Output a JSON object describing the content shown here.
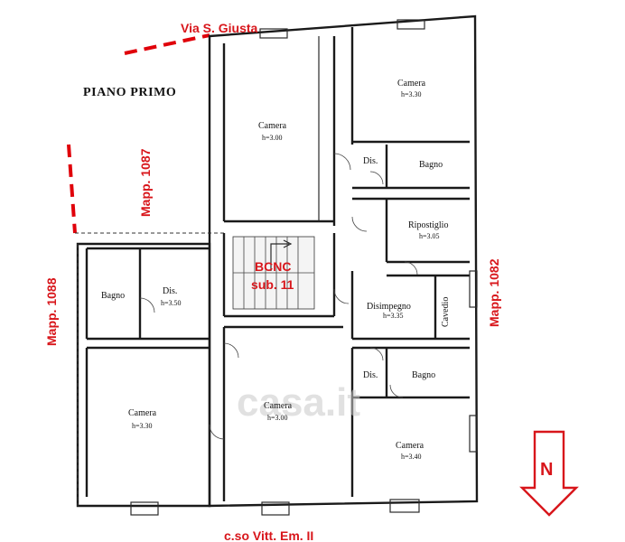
{
  "title": "PIANO PRIMO",
  "streets": {
    "north": "Via S. Giusta",
    "south": "c.so Vitt. Em. II"
  },
  "parcels": {
    "left_upper": "Mapp. 1087",
    "left_lower": "Mapp. 1088",
    "right": "Mapp. 1082"
  },
  "common_area": {
    "line1": "BCNC",
    "line2": "sub. 11"
  },
  "rooms": {
    "camera_top_center": {
      "name": "Camera",
      "height": "h=3.00"
    },
    "camera_top_right": {
      "name": "Camera",
      "height": "h=3.30"
    },
    "dis_top": {
      "name": "Dis."
    },
    "bagno_top": {
      "name": "Bagno"
    },
    "ripostiglio": {
      "name": "Ripostiglio",
      "height": "h=3.05"
    },
    "disimpegno": {
      "name": "Disimpegno",
      "height": "h=3.35"
    },
    "cavedio": {
      "name": "Cavedio"
    },
    "bagno_left": {
      "name": "Bagno"
    },
    "dis_left": {
      "name": "Dis.",
      "height": "h=3.50"
    },
    "camera_left": {
      "name": "Camera",
      "height": "h=3.30"
    },
    "camera_bottom_center": {
      "name": "Camera",
      "height": "h=3.00"
    },
    "dis_bottom": {
      "name": "Dis."
    },
    "bagno_bottom": {
      "name": "Bagno"
    },
    "camera_bottom_right": {
      "name": "Camera",
      "height": "h=3.40"
    }
  },
  "compass": {
    "label": "N"
  },
  "watermark": "casa.it",
  "colors": {
    "accent_red": "#d8161b",
    "walls": "#1a1a1a"
  }
}
